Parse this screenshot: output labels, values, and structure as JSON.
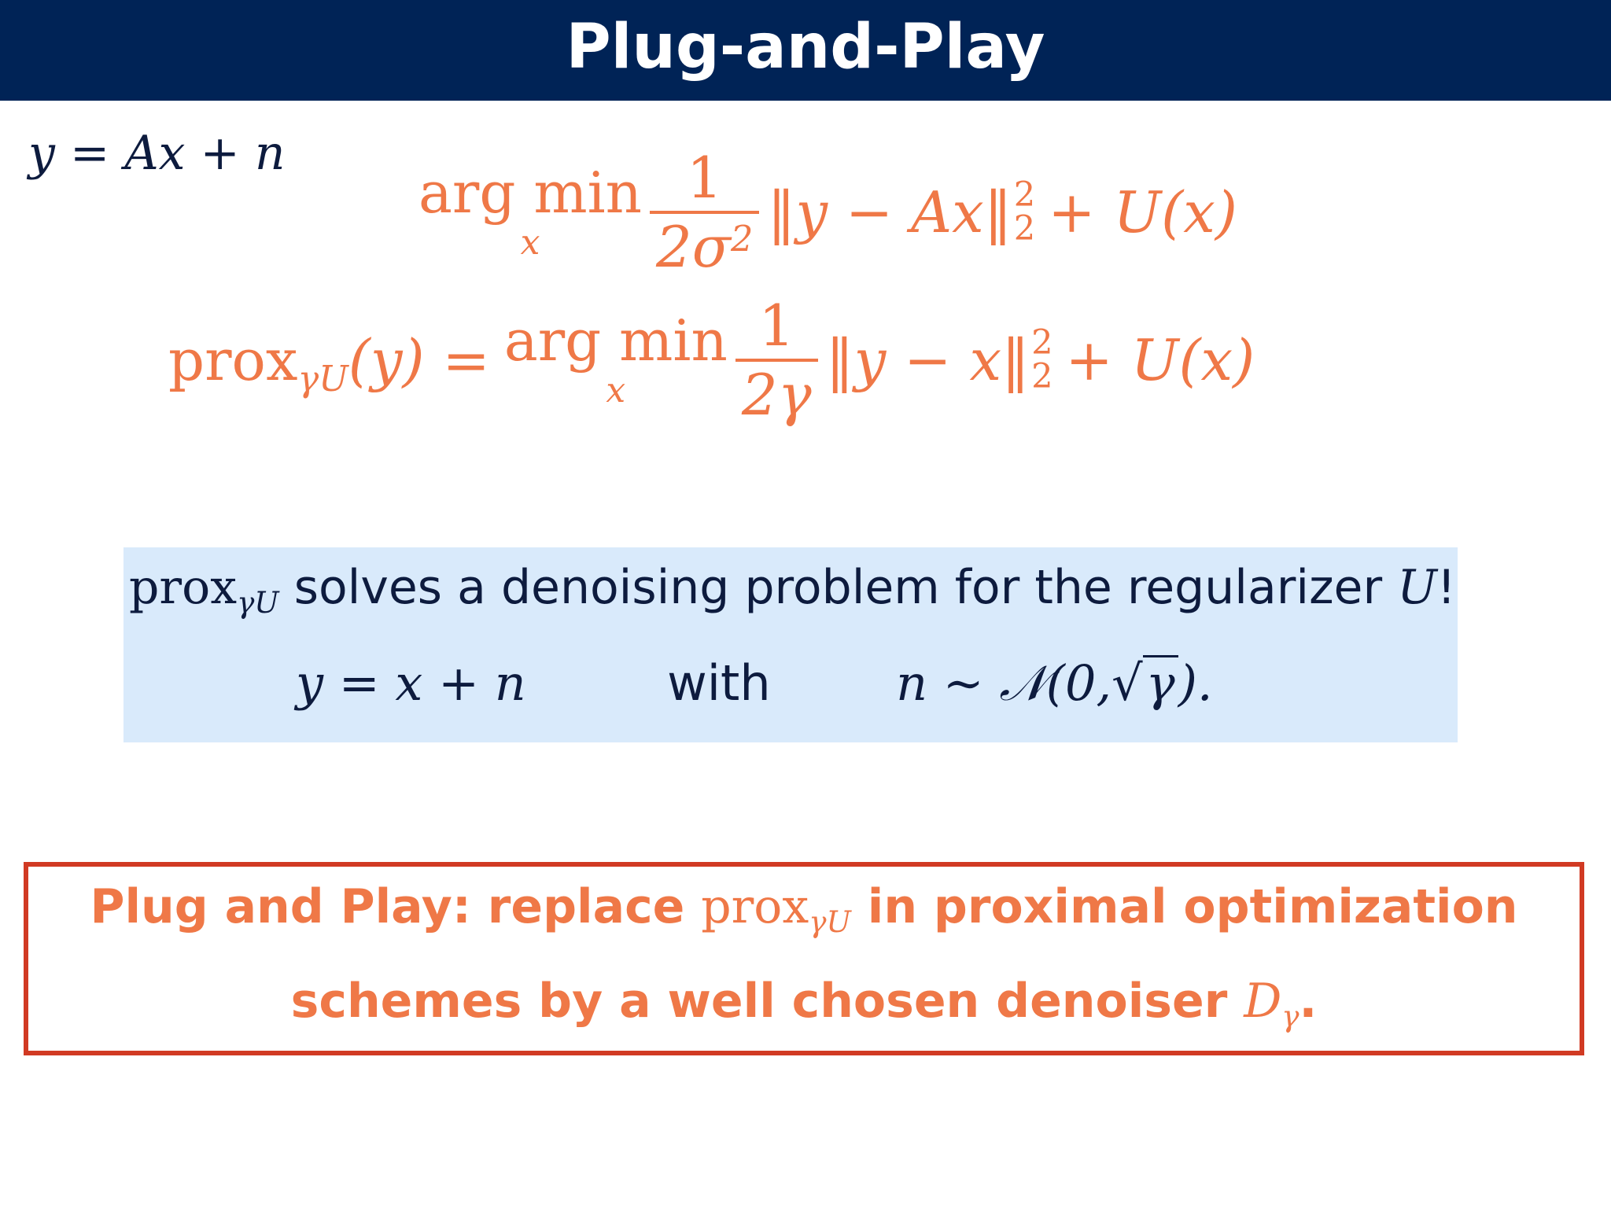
{
  "header": {
    "title": "Plug-and-Play",
    "background_color": "#002356"
  },
  "model": {
    "equation": "y = Ax + n"
  },
  "objective": {
    "operator": "arg min",
    "operator_sub": "x",
    "frac_num": "1",
    "frac_den": "2σ",
    "frac_den_sup": "2",
    "data_term": "‖y − Ax‖",
    "norm_sup": "2",
    "norm_sub": "2",
    "reg_term": "+ U(x)",
    "color": "#ef7847"
  },
  "prox_definition": {
    "lhs_name": "prox",
    "lhs_sub": "γU",
    "lhs_arg": "(y) =",
    "operator": "arg min",
    "operator_sub": "x",
    "frac_num": "1",
    "frac_den": "2γ",
    "data_term": "‖y − x‖",
    "norm_sup": "2",
    "norm_sub": "2",
    "reg_term": "+ U(x)"
  },
  "info_box": {
    "prox_name": "prox",
    "prox_sub": "γU",
    "text": " solves a denoising problem for the regularizer ",
    "var": "U",
    "end": "!",
    "eq_left": "y = x + n",
    "with_word": "with",
    "eq_right_pre": "n ∼ 𝒩(0,",
    "sqrt_symbol": "√",
    "sqrt_arg": "γ",
    "eq_right_post": ").",
    "background_color": "#d9eafb"
  },
  "pnp_box": {
    "line1_pre": "Plug and Play: replace ",
    "prox_name": "prox",
    "prox_sub": "γU",
    "line1_post": " in proximal optimization",
    "line2_pre": "schemes by a well chosen denoiser ",
    "denoiser": "D",
    "denoiser_sub": "γ",
    "line2_post": ".",
    "border_color": "#d13a23",
    "text_color": "#ef7847"
  }
}
